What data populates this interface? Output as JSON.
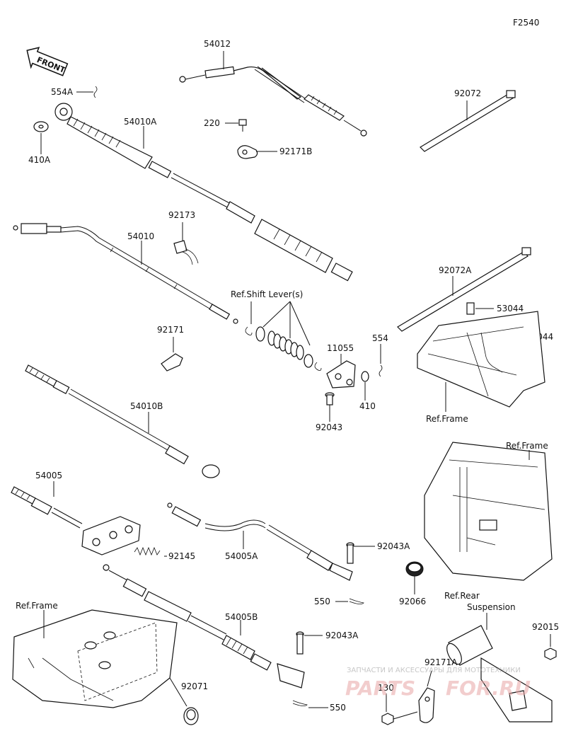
{
  "figure_code": "F2540",
  "front_label": "FRONT",
  "labels": {
    "p54012": "54012",
    "p554A": "554A",
    "p410A": "410A",
    "p54010A": "54010A",
    "p220": "220",
    "p92171B": "92171B",
    "p92072": "92072",
    "p92173": "92173",
    "p54010": "54010",
    "ref_shift": "Ref.Shift Lever(s)",
    "p92171": "92171",
    "p11055": "11055",
    "p554": "554",
    "p410": "410",
    "p92043": "92043",
    "p54010B": "54010B",
    "p92072A": "92072A",
    "p53044a": "53044",
    "p53044b": "53044",
    "ref_frame1": "Ref.Frame",
    "ref_frame2": "Ref.Frame",
    "ref_frame3": "Ref.Frame",
    "p54005": "54005",
    "p92145": "92145",
    "p54005A": "54005A",
    "p92043A1": "92043A",
    "p550a": "550",
    "p92066": "92066",
    "p54005B": "54005B",
    "p92043A2": "92043A",
    "p550b": "550",
    "p92071": "92071",
    "ref_rear1": "Ref.Rear",
    "ref_rear2": "Suspension",
    "p92015": "92015",
    "p92171A": "92171A",
    "p130": "130"
  },
  "watermark": {
    "top": "ЗАПЧАСТИ И АКСЕССУАРЫ ДЛЯ МОТОТЕХНИКИ",
    "brand_left": "PARTS",
    "brand_right": "FOR.RU"
  }
}
